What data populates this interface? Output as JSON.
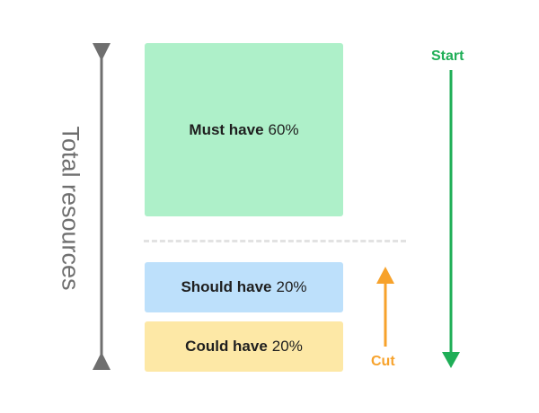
{
  "axis": {
    "label": "Total resources",
    "color": "#6f6f6f"
  },
  "blocks": [
    {
      "name": "Must have",
      "percent": "60%",
      "share": 60,
      "color": "#aef0c9"
    },
    {
      "name": "Should have",
      "percent": "20%",
      "share": 20,
      "color": "#bde0fb"
    },
    {
      "name": "Could have",
      "percent": "20%",
      "share": 20,
      "color": "#fde8a6"
    }
  ],
  "flows": {
    "start": {
      "label": "Start",
      "direction": "down",
      "color": "#1fae57"
    },
    "cut": {
      "label": "Cut",
      "direction": "up",
      "color": "#f7a22b"
    }
  },
  "divider": {
    "style": "dashed",
    "color": "#e2e2e2"
  }
}
